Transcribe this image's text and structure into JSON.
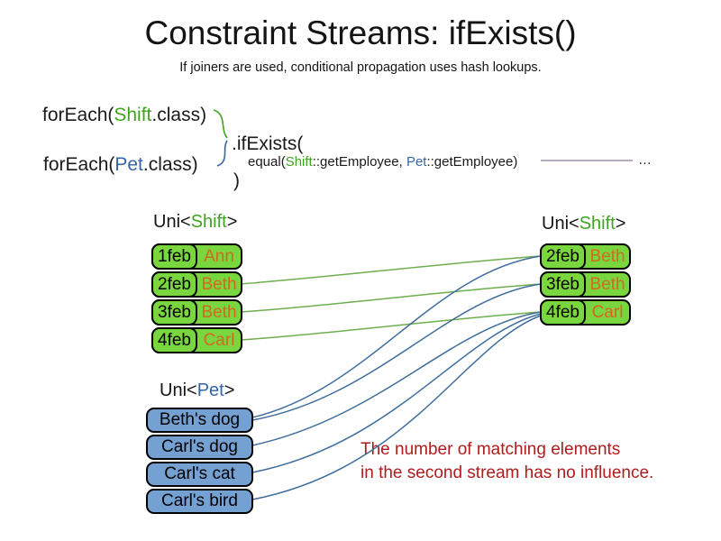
{
  "title": "Constraint Streams: ifExists()",
  "subtitle": "If joiners are used, conditional propagation uses hash lookups.",
  "colors": {
    "shift_green": "#3fa41f",
    "pet_blue": "#3465a4",
    "employee_orange": "#d2691e",
    "shift_box_green": "#79d63f",
    "pet_box_blue": "#74a0d2",
    "edge_green": "#6fae4e",
    "edge_blue": "#3e6d9c",
    "note_red": "#b01c1c",
    "ref_line_purple": "#8a7b9a"
  },
  "code": {
    "foreach_shift": {
      "prefix": "forEach(",
      "type": "Shift",
      "suffix": ".class)"
    },
    "foreach_pet": {
      "prefix": "forEach(",
      "type": "Pet",
      "suffix": ".class)"
    },
    "if_exists": ".ifExists(",
    "joiner": {
      "prefix": "equal(",
      "type1": "Shift",
      "mid": "::getEmployee, ",
      "type2": "Pet",
      "suffix": "::getEmployee)"
    },
    "ellipsis": "…",
    "close_paren": ")"
  },
  "left_shift_stream": {
    "header": {
      "prefix": "Uni<",
      "type": "Shift",
      "suffix": ">"
    },
    "rows": [
      {
        "date": "1feb",
        "employee": "Ann"
      },
      {
        "date": "2feb",
        "employee": "Beth"
      },
      {
        "date": "3feb",
        "employee": "Beth"
      },
      {
        "date": "4feb",
        "employee": "Carl"
      }
    ]
  },
  "right_shift_stream": {
    "header": {
      "prefix": "Uni<",
      "type": "Shift",
      "suffix": ">"
    },
    "rows": [
      {
        "date": "2feb",
        "employee": "Beth"
      },
      {
        "date": "3feb",
        "employee": "Beth"
      },
      {
        "date": "4feb",
        "employee": "Carl"
      }
    ]
  },
  "pet_stream": {
    "header": {
      "prefix": "Uni<",
      "type": "Pet",
      "suffix": ">"
    },
    "rows": [
      {
        "label": "Beth's dog"
      },
      {
        "label": "Carl's dog"
      },
      {
        "label": "Carl's cat"
      },
      {
        "label": "Carl's bird"
      }
    ]
  },
  "note": {
    "line1": "The number of matching elements",
    "line2": "in the second stream has no influence."
  },
  "edges": {
    "shift_to_shift": [
      {
        "from": "left 2feb Beth",
        "to": "right 2feb Beth"
      },
      {
        "from": "left 3feb Beth",
        "to": "right 3feb Beth"
      },
      {
        "from": "left 4feb Carl",
        "to": "right 4feb Carl"
      }
    ],
    "pet_to_shift": [
      {
        "from": "Beth's dog",
        "to": "2feb Beth"
      },
      {
        "from": "Beth's dog",
        "to": "3feb Beth"
      },
      {
        "from": "Carl's dog",
        "to": "4feb Carl"
      },
      {
        "from": "Carl's cat",
        "to": "4feb Carl"
      },
      {
        "from": "Carl's bird",
        "to": "4feb Carl"
      }
    ]
  }
}
